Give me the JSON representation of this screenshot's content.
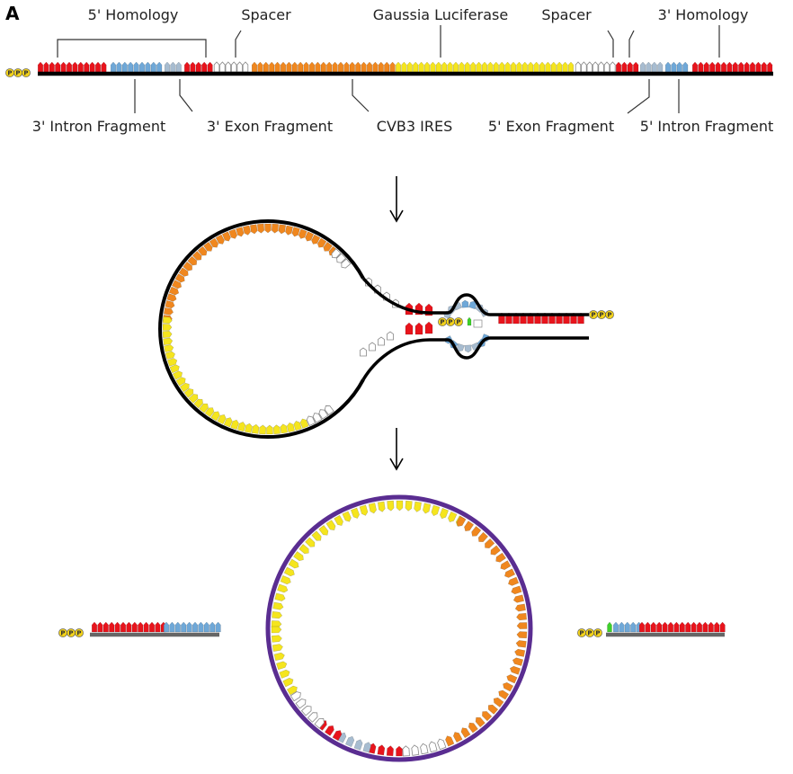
{
  "panel_label": "A",
  "labels_top": {
    "homology_5": "5' Homology",
    "spacer_1": "Spacer",
    "gaussia": "Gaussia Luciferase",
    "spacer_2": "Spacer",
    "homology_3": "3' Homology"
  },
  "labels_bottom": {
    "intron_3": "3' Intron Fragment",
    "exon_3": "3' Exon Fragment",
    "ires": "CVB3 IRES",
    "exon_5": "5' Exon Fragment",
    "intron_5": "5' Intron Fragment"
  },
  "triphosphate": "P",
  "colors": {
    "homology": "#e8141c",
    "intron": "#6fa8d8",
    "exon": "#a7bcd0",
    "spacer": "#ffffff",
    "ires": "#f0871e",
    "luciferase": "#f5e51e",
    "guanosine": "#3ed12b",
    "backbone": "#000000",
    "circle_backbone": "#5a2d91",
    "excised_backbone": "#666666",
    "phosphate": "#f2d21b"
  }
}
